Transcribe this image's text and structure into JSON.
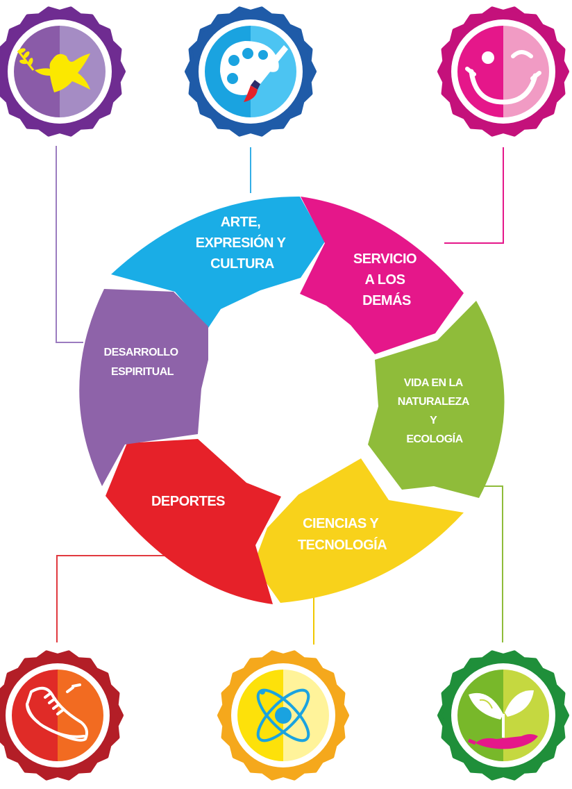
{
  "diagram": {
    "segments": [
      {
        "id": "arte",
        "lines": [
          "ARTE,",
          "EXPRESIÓN Y",
          "CULTURA"
        ],
        "color": "#1aade6",
        "icon": "paint-palette-icon"
      },
      {
        "id": "servicio",
        "lines": [
          "SERVICIO",
          "A LOS",
          "DEMÁS"
        ],
        "color": "#e5178a",
        "icon": "smiling-face-icon"
      },
      {
        "id": "vida",
        "lines": [
          "VIDA EN LA",
          "NATURALEZA",
          "Y",
          "ECOLOGÍA"
        ],
        "color": "#8fbc3a",
        "icon": "plant-in-hand-icon"
      },
      {
        "id": "ciencias",
        "lines": [
          "CIENCIAS Y",
          "TECNOLOGÍA"
        ],
        "color": "#f8d21b",
        "icon": "atom-icon"
      },
      {
        "id": "deportes",
        "lines": [
          "DEPORTES"
        ],
        "color": "#e62129",
        "icon": "sneaker-icon"
      },
      {
        "id": "desarrollo",
        "lines": [
          "DESARROLLO",
          "ESPIRITUAL"
        ],
        "color": "#8e63a9",
        "icon": "dove-icon"
      }
    ],
    "badges": {
      "dove": {
        "outer": "#6f2c91",
        "left": "#8a5ba8",
        "right": "#a58cc4"
      },
      "palette": {
        "outer": "#1f5ba8",
        "left": "#1aa3e0",
        "right": "#4cc4f2"
      },
      "smile": {
        "outer": "#c4117b",
        "left": "#e5178a",
        "right": "#f19bc4"
      },
      "sneaker": {
        "outer": "#b31e27",
        "left": "#e02b27",
        "right": "#f26b21"
      },
      "atom": {
        "outer": "#f5a81c",
        "left": "#fde10a",
        "right": "#fff39a"
      },
      "plant": {
        "outer": "#1f8f3a",
        "left": "#78b82a",
        "right": "#c5d840"
      }
    }
  }
}
